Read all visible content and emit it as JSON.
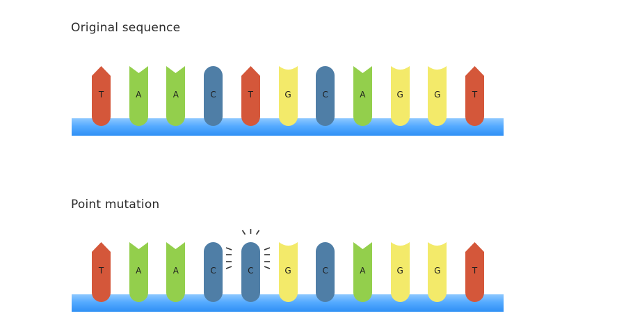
{
  "colors": {
    "T": "#d4573a",
    "A": "#93cf4c",
    "C": "#4f7ea6",
    "G": "#f3ea6a",
    "backbone": "#4aa3ff",
    "text": "#2b2b2b"
  },
  "shapes": {
    "T": "arrow",
    "A": "notch-v",
    "C": "rounded",
    "G": "concave"
  },
  "sections": [
    {
      "id": "original",
      "title": "Original sequence",
      "bases": [
        "T",
        "A",
        "A",
        "C",
        "T",
        "G",
        "C",
        "A",
        "G",
        "G",
        "T"
      ],
      "highlighted_index": null
    },
    {
      "id": "mutation",
      "title": "Point mutation",
      "bases": [
        "T",
        "A",
        "A",
        "C",
        "C",
        "G",
        "C",
        "A",
        "G",
        "G",
        "T"
      ],
      "highlighted_index": 4
    }
  ]
}
